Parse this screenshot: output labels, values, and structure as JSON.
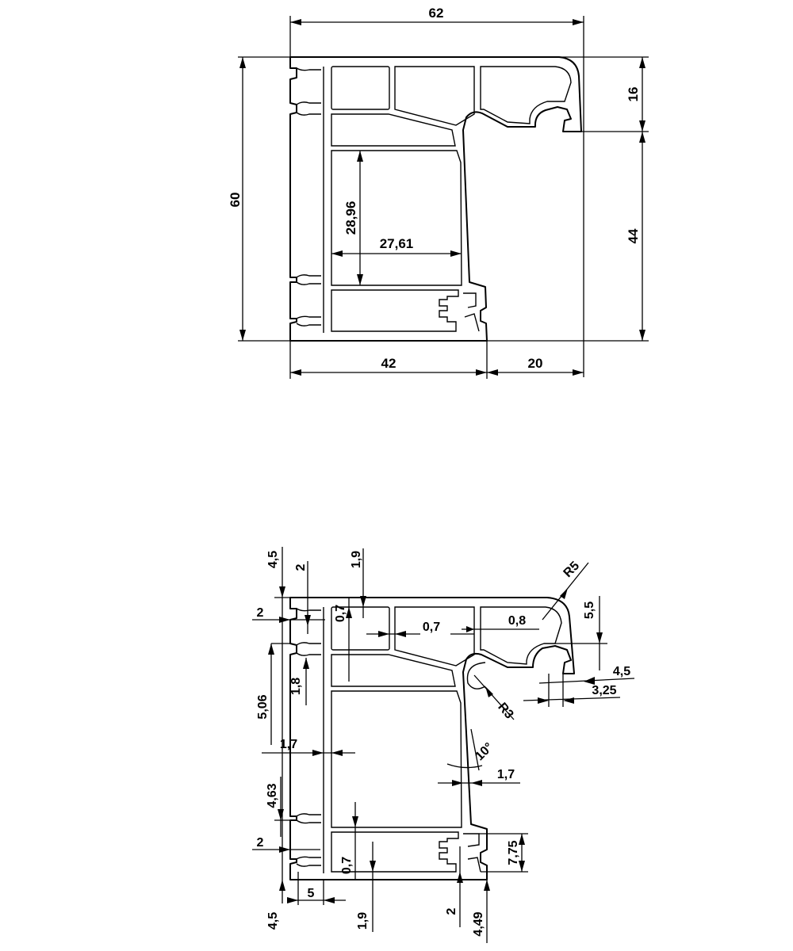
{
  "top_view": {
    "overall_width": "62",
    "overall_height": "60",
    "upper_height": "16",
    "lower_height": "44",
    "chamber_height": "28,96",
    "chamber_width": "27,61",
    "base_left": "42",
    "base_right": "20"
  },
  "detail_view": {
    "left_4_5": "4,5",
    "top_2": "2",
    "top_1_9": "1,9",
    "radius_r5": "R5",
    "side_2": "2",
    "wall_0_7_a": "0,7",
    "wall_0_7_b": "0,7",
    "wall_0_8": "0,8",
    "right_5_5": "5,5",
    "right_4_5": "4,5",
    "right_3_25": "3,25",
    "radius_r3": "R3",
    "left_5_06": "5,06",
    "left_1_8": "1,8",
    "left_1_7": "1,7",
    "angle_10": "10°",
    "right_1_7": "1,7",
    "left_4_63": "4,63",
    "low_2": "2",
    "low_0_7": "0,7",
    "low_7_75": "7,75",
    "bottom_5": "5",
    "bottom_4_5": "4,5",
    "bottom_1_9": "1,9",
    "bottom_2": "2",
    "bottom_4_49": "4,49"
  }
}
